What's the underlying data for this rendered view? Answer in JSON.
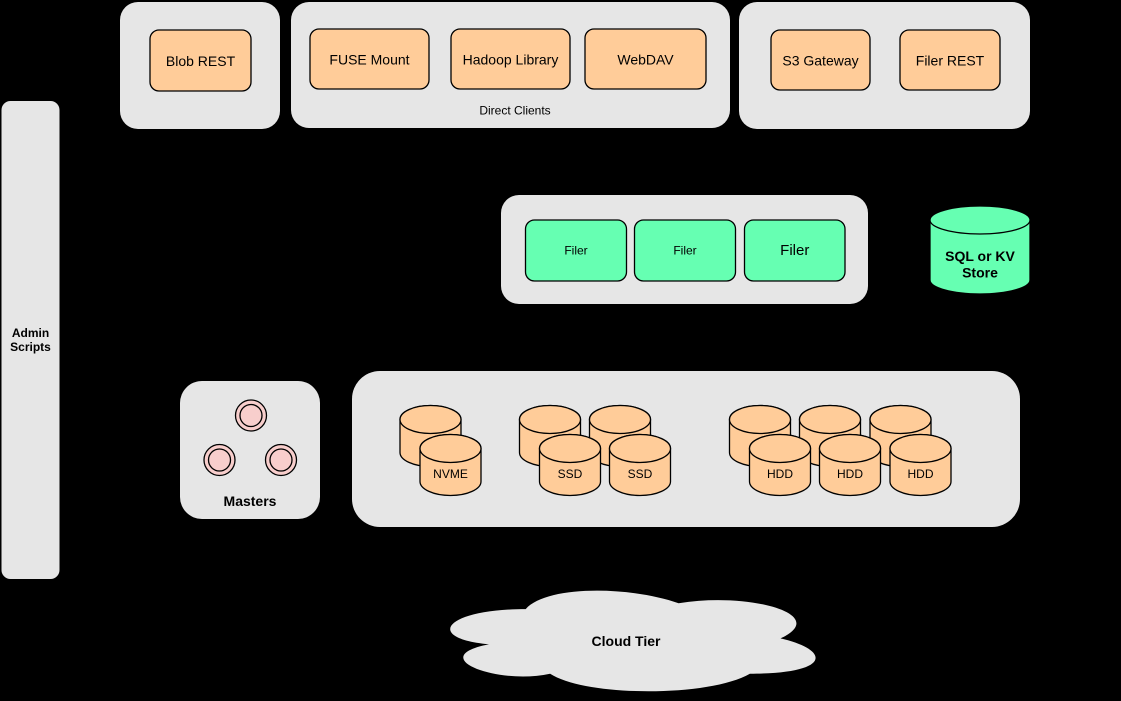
{
  "colors": {
    "background": "#000000",
    "container_fill": "#e6e6e6",
    "client_fill": "#ffcc99",
    "filer_fill": "#66ffb2",
    "master_fill": "#f8cecc",
    "outline": "#000000",
    "text": "#000000"
  },
  "nodes": {
    "blob_rest": {
      "label": "Blob REST"
    },
    "direct_clients": {
      "label": "Direct Clients",
      "items": [
        {
          "label": "FUSE Mount"
        },
        {
          "label": "Hadoop Library"
        },
        {
          "label": "WebDAV"
        }
      ]
    },
    "gateways": {
      "items": [
        {
          "label": "S3 Gateway"
        },
        {
          "label": "Filer REST"
        }
      ]
    },
    "admin_scripts": {
      "lines": [
        "Admin",
        "Scripts"
      ]
    },
    "filers": {
      "items": [
        {
          "label": "Filer"
        },
        {
          "label": "Filer"
        },
        {
          "label": "Filer"
        }
      ]
    },
    "metadata_store": {
      "lines": [
        "SQL or KV",
        "Store"
      ]
    },
    "masters": {
      "label": "Masters",
      "node_count": 3
    },
    "volume_servers": {
      "nvme": {
        "labels": [
          "NVME"
        ],
        "disk_count": 2
      },
      "ssd": {
        "labels": [
          "SSD",
          "SSD"
        ],
        "disk_count": 4
      },
      "hdd": {
        "labels": [
          "HDD",
          "HDD",
          "HDD"
        ],
        "disk_count": 6
      }
    },
    "cloud_tier": {
      "label": "Cloud Tier"
    }
  }
}
